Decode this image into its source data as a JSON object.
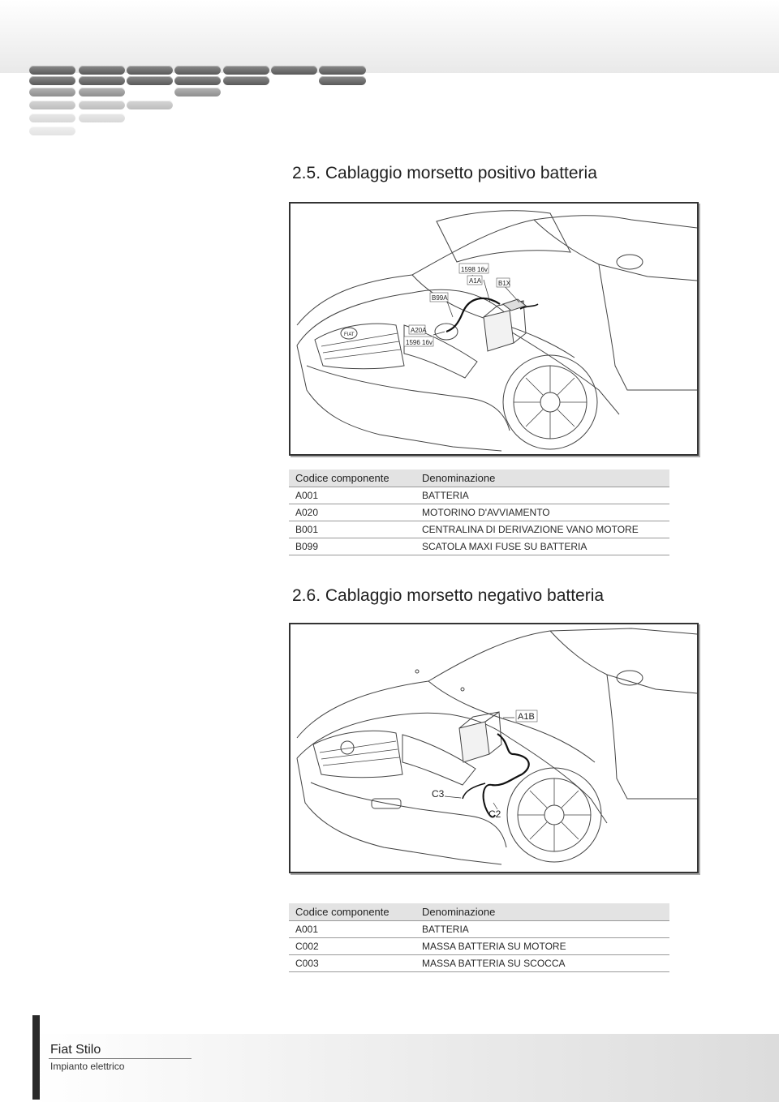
{
  "section1": {
    "heading": "2.5. Cablaggio morsetto positivo batteria",
    "figure_labels": {
      "l1598": "1598 16v",
      "a1a": "A1A",
      "b1x": "B1X",
      "b99a": "B99A",
      "a20a": "A20A",
      "l1596": "1596 16v",
      "badge": "FIAT"
    },
    "table": {
      "headers": [
        "Codice componente",
        "Denominazione"
      ],
      "rows": [
        [
          "A001",
          "BATTERIA"
        ],
        [
          "A020",
          "MOTORINO D'AVVIAMENTO"
        ],
        [
          "B001",
          "CENTRALINA DI DERIVAZIONE VANO MOTORE"
        ],
        [
          "B099",
          "SCATOLA MAXI FUSE SU BATTERIA"
        ]
      ]
    }
  },
  "section2": {
    "heading": "2.6. Cablaggio morsetto negativo batteria",
    "figure_labels": {
      "a1b": "A1B",
      "c3": "C3",
      "c2": "C2"
    },
    "table": {
      "headers": [
        "Codice componente",
        "Denominazione"
      ],
      "rows": [
        [
          "A001",
          "BATTERIA"
        ],
        [
          "C002",
          "MASSA BATTERIA SU MOTORE"
        ],
        [
          "C003",
          "MASSA BATTERIA SU SCOCCA"
        ]
      ]
    }
  },
  "footer": {
    "title": "Fiat Stilo",
    "subtitle": "Impianto elettrico"
  }
}
